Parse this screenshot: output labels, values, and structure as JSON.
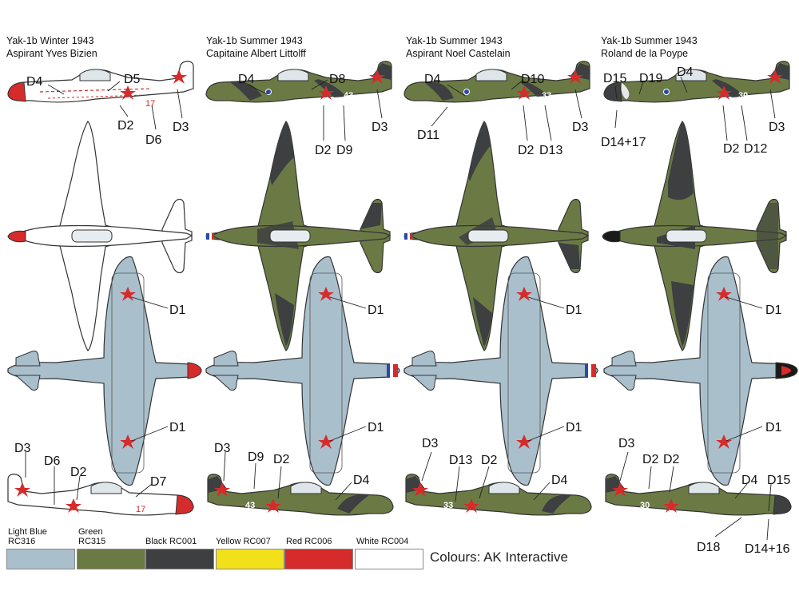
{
  "profiles": [
    {
      "line1": "Yak-1b Winter 1943",
      "line2": "Aspirant Yves Bizien"
    },
    {
      "line1": "Yak-1b Summer 1943",
      "line2": "Capitaine Albert Littolff"
    },
    {
      "line1": "Yak-1b Summer 1943",
      "line2": "Aspirant Noel Castelain"
    },
    {
      "line1": "Yak-1b Summer 1943",
      "line2": "Roland de la Poype"
    }
  ],
  "numbers": {
    "c1": "17",
    "c2": "43",
    "c3": "33",
    "c4": "30"
  },
  "labels": {
    "D1": "D1",
    "D2": "D2",
    "D3": "D3",
    "D4": "D4",
    "D5": "D5",
    "D6": "D6",
    "D7": "D7",
    "D8": "D8",
    "D9": "D9",
    "D10": "D10",
    "D11": "D11",
    "D12": "D12",
    "D13": "D13",
    "D14p17": "D14+17",
    "D14p16": "D14+16",
    "D15": "D15",
    "D18": "D18",
    "D19": "D19"
  },
  "colours": [
    {
      "name": "Light Blue",
      "code": "RC316",
      "hex": "#a9bfcc"
    },
    {
      "name": "Green",
      "code": "RC315",
      "hex": "#6b7a45"
    },
    {
      "name": "Black",
      "code": "RC001",
      "hex": "#3d3f40"
    },
    {
      "name": "Yellow",
      "code": "RC007",
      "hex": "#f2e11a"
    },
    {
      "name": "Red",
      "code": "RC006",
      "hex": "#d52b2b"
    },
    {
      "name": "White",
      "code": "RC004",
      "hex": "#ffffff"
    }
  ],
  "colour_labels": {
    "lightblue": "Light Blue\nRC316",
    "green": "Green\nRC315",
    "black": "Black RC001",
    "yellow": "Yellow RC007",
    "red": "Red RC006",
    "white": "White RC004"
  },
  "credit": "Colours: AK Interactive",
  "palette": {
    "lightblue": "#a9bfcc",
    "green": "#6b7a45",
    "black": "#3d3f40",
    "red": "#d52b2b",
    "white": "#ffffff",
    "outline": "#333333"
  }
}
